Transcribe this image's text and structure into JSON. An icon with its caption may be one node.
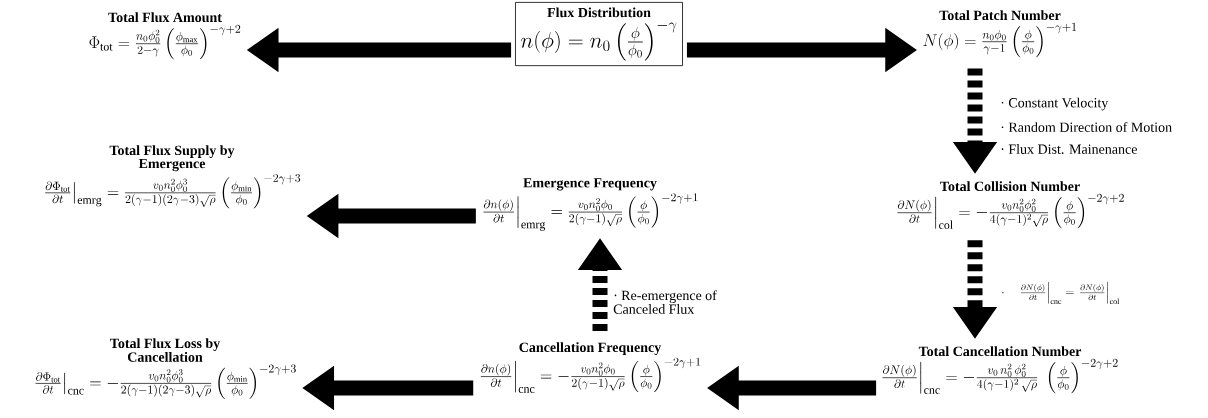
{
  "diagram": {
    "nodes": [
      {
        "text": [
          "Flux Distribution",
          "n(\\phi) = n_0 \\left(\\frac{\\phi}{\\phi_0}\\right)^{-\\gamma}"
        ]
      },
      {
        "text": [
          "Total Flux Amount",
          "\\Phi_{\\mathrm{tot}} = \\frac{n_0 \\phi_0^2}{2-\\gamma} \\left(\\frac{\\phi_{\\mathrm{max}}}{\\phi_0}\\right)^{-\\gamma+2}"
        ]
      },
      {
        "text": [
          "Total Patch Number",
          "N(\\phi) = \\frac{n_0 \\phi_0}{\\gamma-1} \\left(\\frac{\\phi}{\\phi_0}\\right)^{-\\gamma+1}"
        ]
      },
      {
        "text": [
          "Total Flux Supply by Emergence",
          "\\left.\\frac{\\partial \\Phi_{\\mathrm{tot}}}{\\partial t}\\right|_{\\mathrm{emrg}} = \\frac{v_0 n_0^2 \\phi_0^3}{2(\\gamma-1)(2\\gamma-3)\\sqrt{\\rho}} \\left(\\frac{\\phi_{\\mathrm{min}}}{\\phi_0}\\right)^{-2\\gamma+3}"
        ]
      },
      {
        "text": [
          "Emergence Frequency",
          "\\left.\\frac{\\partial n(\\phi)}{\\partial t}\\right|_{\\mathrm{emrg}} = \\frac{v_0 n_0^2 \\phi_0}{2(\\gamma-1)\\sqrt{\\rho}} \\left(\\frac{\\phi}{\\phi_0}\\right)^{-2\\gamma+1}"
        ]
      },
      {
        "text": [
          "Total Collision Number",
          "\\left.\\frac{\\partial N(\\phi)}{\\partial t}\\right|_{\\mathrm{col}} = -\\frac{v_0 n_0^2 \\phi_0^2}{4(\\gamma-1)^2\\sqrt{\\rho}} \\left(\\frac{\\phi}{\\phi_0}\\right)^{-2\\gamma+2}"
        ]
      },
      {
        "text": [
          "Total Flux Loss by Cancellation",
          "\\left.\\frac{\\partial \\Phi_{\\mathrm{tot}}}{\\partial t}\\right|_{\\mathrm{cnc}} = -\\frac{v_0 n_0^2 \\phi_0^3}{2(\\gamma-1)(2\\gamma-3)\\sqrt{\\rho}} \\left(\\frac{\\phi_{\\mathrm{min}}}{\\phi_0}\\right)^{-2\\gamma+3}"
        ]
      },
      {
        "text": [
          "Cancellation Frequency",
          "\\left.\\frac{\\partial n(\\phi)}{\\partial t}\\right|_{\\mathrm{cnc}} = -\\frac{v_0 n_0^2 \\phi_0}{2(\\gamma-1)\\sqrt{\\rho}} \\left(\\frac{\\phi}{\\phi_0}\\right)^{-2\\gamma+1}"
        ]
      },
      {
        "text": [
          "Total Cancellation Number",
          "\\frac{\\partial N(\\phi)}{\\partial t}\\Big|_{\\mathrm{cnc}} = -\\frac{v_0\\, n_0^2\\, \\phi_0^2}{4(\\gamma-1)^2\\, \\sqrt{\\rho}} \\; \\left(\\frac{\\phi}{\\phi_0}\\right)^{-2\\gamma+2}"
        ]
      }
    ],
    "edges": [
      {
        "from": 0,
        "to": 1,
        "arrow": "to"
      },
      {
        "from": 0,
        "to": 2,
        "arrow": "to"
      },
      {
        "from": 2,
        "to": 5,
        "arrow": "to",
        "style": "dashed"
      },
      {
        "from": 4,
        "to": 3,
        "arrow": "to"
      },
      {
        "from": 5,
        "to": 8,
        "arrow": "to",
        "style": "dashed",
        "label": "\\cdot\\quad \\left.\\frac{\\partial N(\\phi)}{\\partial t}\\right|_{\\mathrm{cnc}} = \\left.\\frac{\\partial N(\\phi)}{\\partial t}\\right|_{\\mathrm{col}}"
      },
      {
        "from": 8,
        "to": 7,
        "arrow": "to"
      },
      {
        "from": 7,
        "to": 6,
        "arrow": "to"
      },
      {
        "from": 7,
        "to": 4,
        "arrow": "to",
        "style": "dashed",
        "label": "· Re-emergence of Canceled Flux"
      }
    ],
    "labels": [
      "· Constant Velocity",
      "· Random Direction of Motion",
      "· Flux Dist. Mainenance"
    ]
  }
}
